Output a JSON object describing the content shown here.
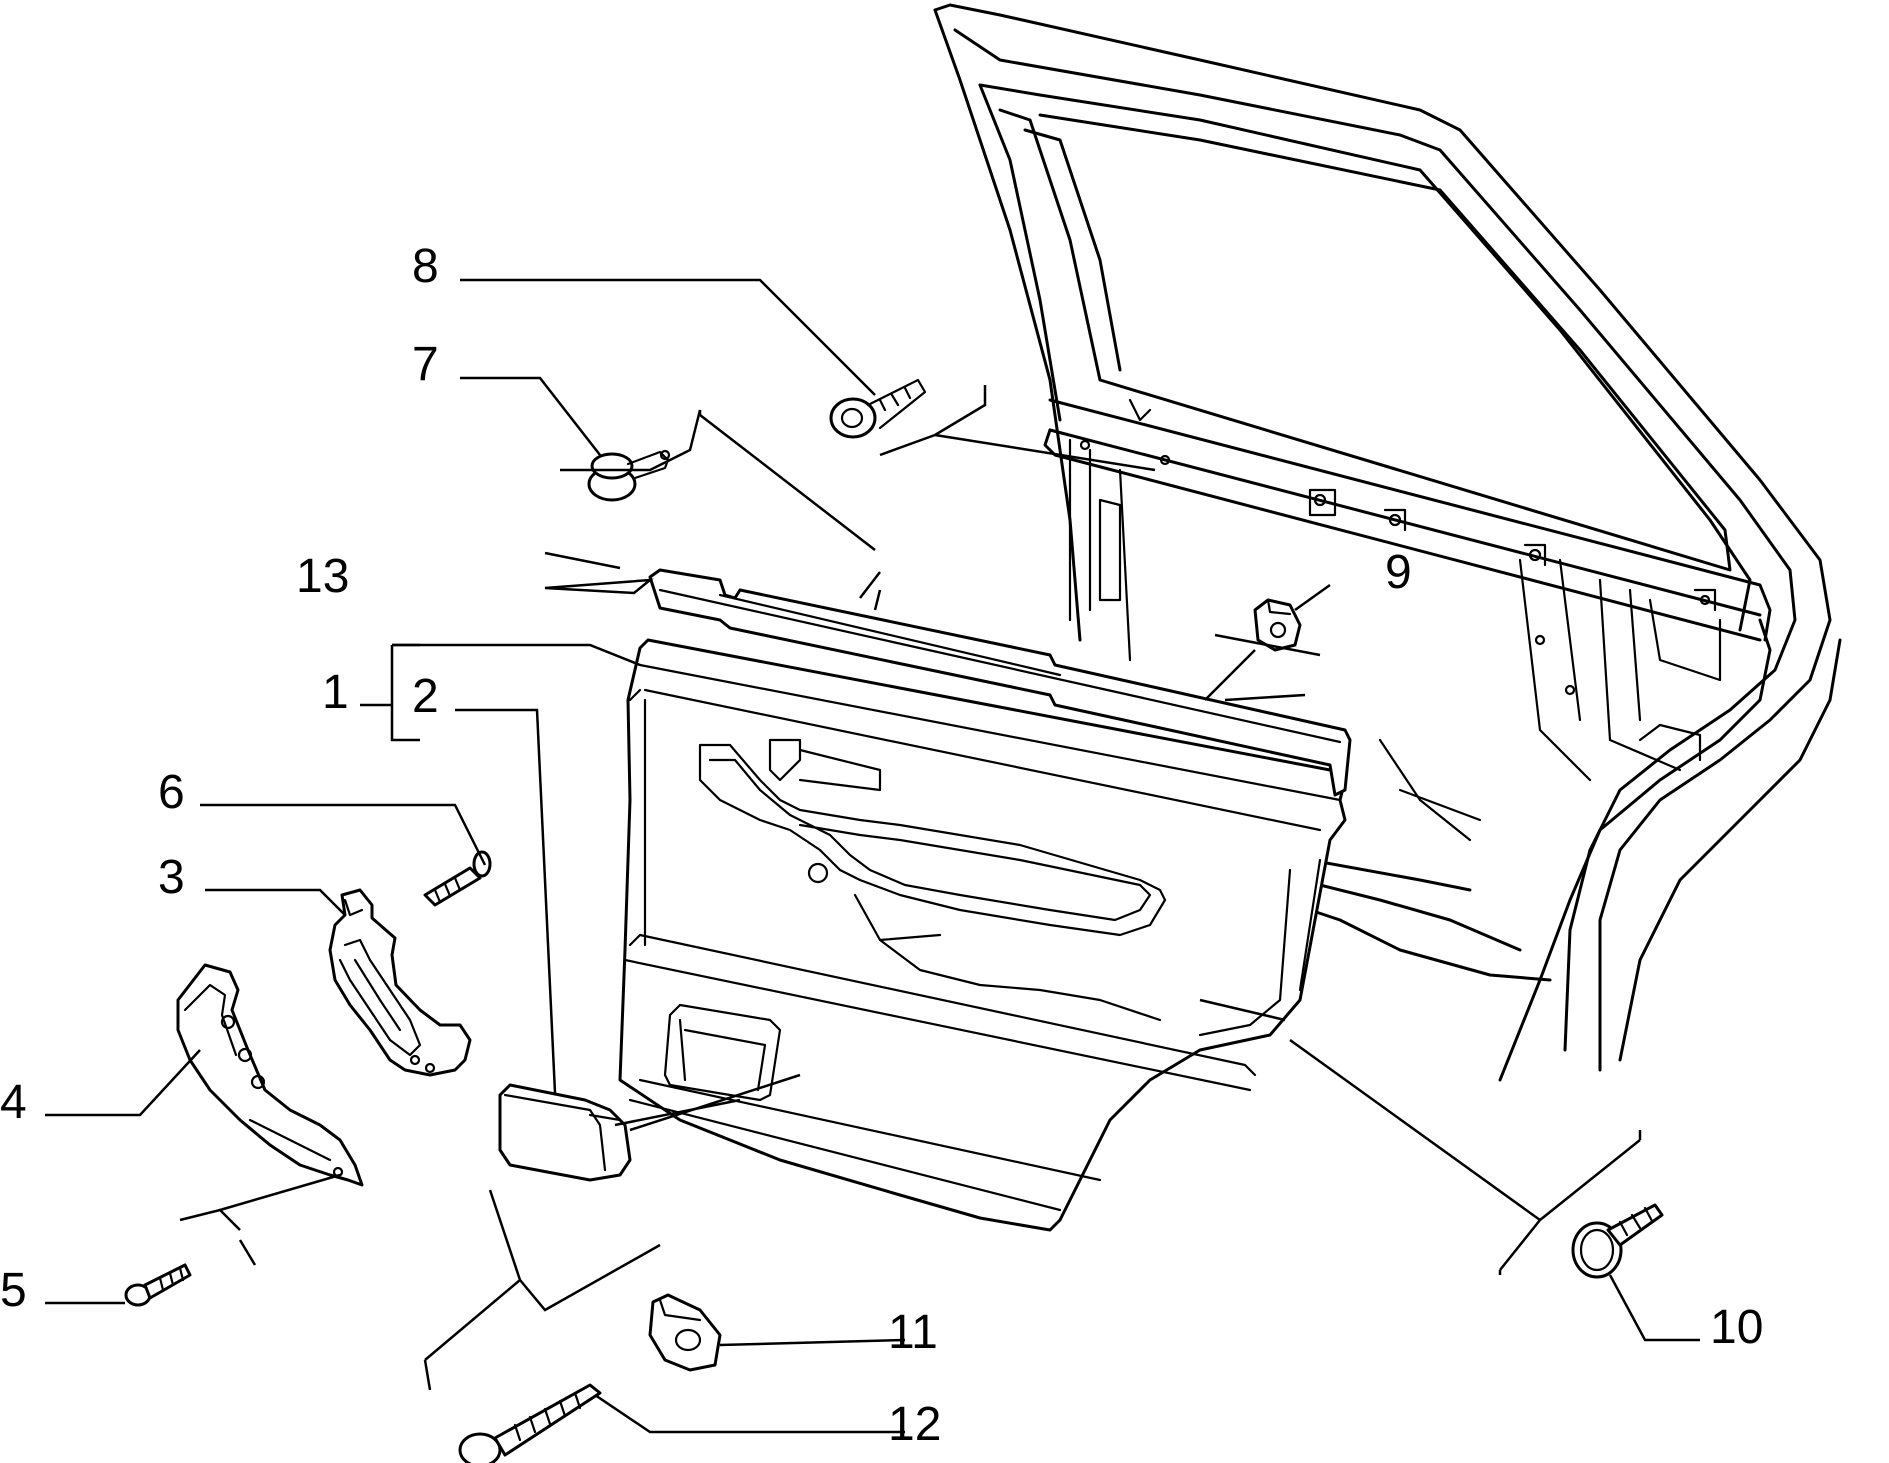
{
  "diagram": {
    "type": "exploded-parts-diagram",
    "colors": {
      "line": "#000000",
      "background": "#ffffff"
    },
    "callouts": [
      {
        "id": "1",
        "label": "1"
      },
      {
        "id": "2",
        "label": "2"
      },
      {
        "id": "3",
        "label": "3"
      },
      {
        "id": "4",
        "label": "4"
      },
      {
        "id": "5",
        "label": "5"
      },
      {
        "id": "6",
        "label": "6"
      },
      {
        "id": "7",
        "label": "7"
      },
      {
        "id": "8",
        "label": "8"
      },
      {
        "id": "9",
        "label": "9"
      },
      {
        "id": "10",
        "label": "10"
      },
      {
        "id": "11",
        "label": "11"
      },
      {
        "id": "12",
        "label": "12"
      },
      {
        "id": "13",
        "label": "13"
      }
    ]
  }
}
